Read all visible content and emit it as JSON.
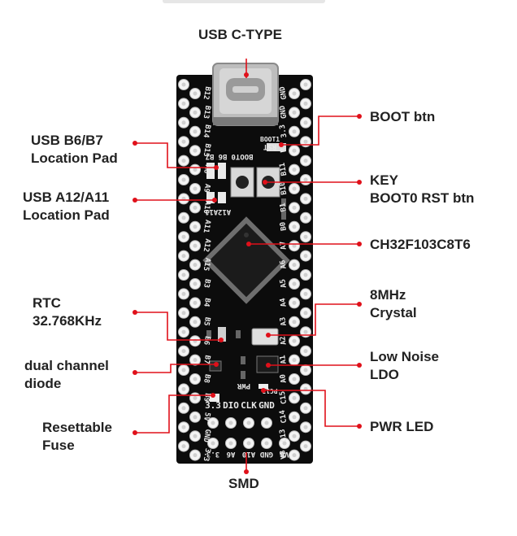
{
  "labels": {
    "usb_c": "USB C-TYPE",
    "boot_btn": "BOOT btn",
    "usb_b6b7": [
      "USB B6/B7",
      "Location Pad"
    ],
    "key": [
      "KEY",
      "BOOT0 RST btn"
    ],
    "usb_a12a11": [
      "USB A12/A11",
      "Location Pad"
    ],
    "mcu": "CH32F103C8T6",
    "rtc": [
      "RTC",
      "32.768KHz"
    ],
    "crystal": [
      "8MHz",
      "Crystal"
    ],
    "ldo": [
      "Low Noise",
      "LDO"
    ],
    "diode": [
      "dual channel",
      "diode"
    ],
    "fuse": [
      "Resettable",
      "Fuse"
    ],
    "pwr_led": "PWR LED",
    "smd": "SMD"
  },
  "silkscreen": {
    "boot1": "BOOT1",
    "boot0": "BOOT0",
    "rst": "RST",
    "b7": "B7",
    "b6": "B6",
    "a11": "A11",
    "a12": "A12",
    "pwr": "PWR",
    "pc13": "PC13",
    "bottom_header": [
      "3.3",
      "DIO",
      "CLK",
      "GND"
    ],
    "bottom_pins": [
      "3.3",
      "A6",
      "A10",
      "GND",
      "VB"
    ],
    "left_pins": [
      "B12",
      "B13",
      "B14",
      "B15",
      "A8",
      "A9",
      "A10",
      "A11",
      "A12",
      "A15",
      "B3",
      "B4",
      "B5",
      "B6",
      "B7",
      "B8",
      "B9",
      "5V",
      "GND",
      "3.3"
    ],
    "right_pins": [
      "GND",
      "GND",
      "3.3",
      "R",
      "B11",
      "B10",
      "B1",
      "B0",
      "A7",
      "A6",
      "A5",
      "A4",
      "A3",
      "A2",
      "A1",
      "A0",
      "C15",
      "C14",
      "C13",
      "VB"
    ]
  },
  "colors": {
    "board": "#0c0c0c",
    "pad": "#f4f4f4",
    "leader": "#e0101a",
    "text": "#222222"
  }
}
